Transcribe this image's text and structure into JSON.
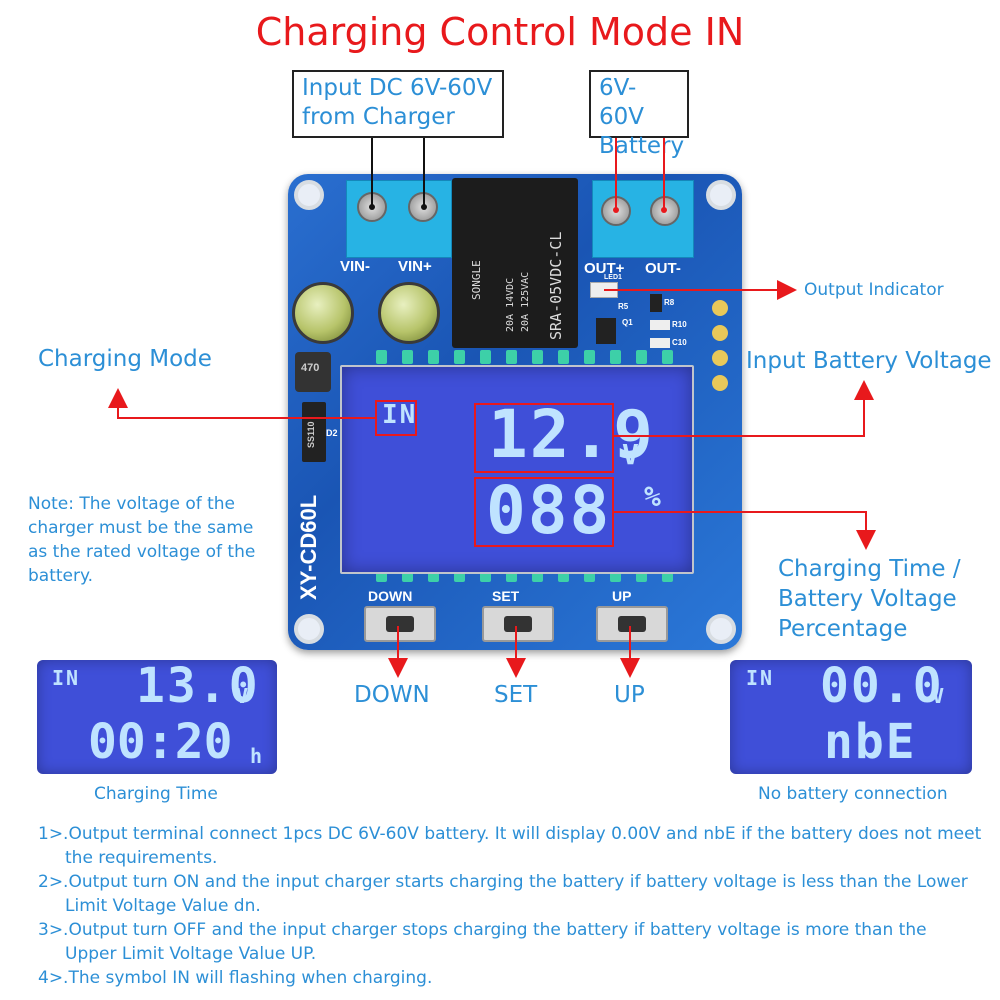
{
  "title": "Charging Control Mode IN",
  "callouts": {
    "input_dc_line1": "Input DC 6V-60V",
    "input_dc_line2": "from Charger",
    "battery_line1": "6V-60V",
    "battery_line2": "Battery",
    "output_indicator": "Output Indicator",
    "charging_mode": "Charging Mode",
    "input_battery_voltage": "Input Battery Voltage",
    "charging_time_line1": "Charging Time /",
    "charging_time_line2": "Battery Voltage",
    "charging_time_line3": "Percentage",
    "down": "DOWN",
    "set": "SET",
    "up": "UP"
  },
  "note": "Note: The voltage of the charger must be the same as the rated voltage of the battery.",
  "board": {
    "relay_brand": "SONGLE",
    "relay_model": "SRA-05VDC-CL",
    "relay_rating1": "20A 14VDC",
    "relay_rating2": "20A 125VAC",
    "vin_minus": "VIN-",
    "vin_plus": "VIN+",
    "out_plus": "OUT+",
    "out_minus": "OUT-",
    "model": "XY-CD60L",
    "btn_down": "DOWN",
    "btn_set": "SET",
    "btn_up": "UP",
    "inductor": "470",
    "diode": "SS110",
    "d2": "D2",
    "r8": "R8",
    "r5": "R5",
    "r10": "R10",
    "c10": "C10",
    "q": "Q1",
    "led": "LED1"
  },
  "lcd_main": {
    "mode": "IN",
    "top_value": "12.9",
    "top_unit": "V",
    "bottom_value": "088",
    "bottom_unit": "%"
  },
  "lcd_left": {
    "mode": "IN",
    "top_value": "13.0",
    "top_unit": "V",
    "bottom_value": "00:20",
    "bottom_unit": "h",
    "caption": "Charging Time"
  },
  "lcd_right": {
    "mode": "IN",
    "top_value": "00.0",
    "top_unit": "V",
    "bottom_value": "nbE",
    "caption": "No battery connection"
  },
  "instructions": [
    "1>.Output terminal connect 1pcs DC 6V-60V battery. It will display 0.00V and nbE if the battery does not meet the requirements.",
    "2>.Output turn ON and the input charger starts charging the battery if battery voltage is less than the Lower Limit Voltage Value dn.",
    "3>.Output turn OFF and the input charger stops charging the battery if battery voltage is more than the Upper Limit Voltage Value UP.",
    "4>.The symbol IN will flashing when charging."
  ],
  "colors": {
    "title_red": "#e8191c",
    "label_blue": "#2c8fd6",
    "lcd_blue": "#3f4fd8",
    "lcd_text": "#bfe3ff",
    "pcb_blue": "#1a55b4"
  }
}
